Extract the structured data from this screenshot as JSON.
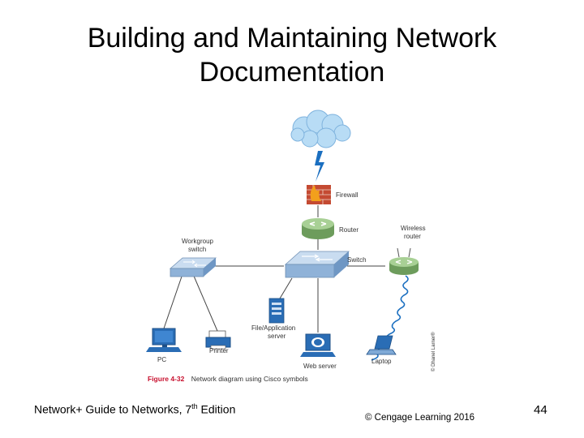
{
  "slide": {
    "title_line1": "Building and Maintaining Network",
    "title_line2": "Documentation"
  },
  "diagram": {
    "labels": {
      "firewall": "Firewall",
      "router": "Router",
      "wireless_router_line1": "Wireless",
      "wireless_router_line2": "router",
      "workgroup_switch_line1": "Workgroup",
      "workgroup_switch_line2": "switch",
      "switch": "Switch",
      "file_server_line1": "File/Application",
      "file_server_line2": "server",
      "pc": "PC",
      "printer": "Printer",
      "web_server": "Web server",
      "laptop": "Laptop",
      "copyright_vertical": "© Dhanel Larner®"
    },
    "caption_number": "Figure 4-32",
    "caption_text": "Network diagram using Cisco symbols",
    "colors": {
      "caption_red": "#c8102e",
      "router_green": "#8db87a",
      "switch_blue": "#a9c6e6",
      "device_blue": "#2a6db5",
      "cloud_blue": "#b8dcf5",
      "lightning_blue": "#1b6fc0"
    }
  },
  "footer": {
    "book_title": "Network+ Guide to Networks, 7",
    "book_title_sup": "th",
    "book_title_suffix": " Edition",
    "copyright": "© Cengage Learning 2016",
    "page_number": "44"
  }
}
